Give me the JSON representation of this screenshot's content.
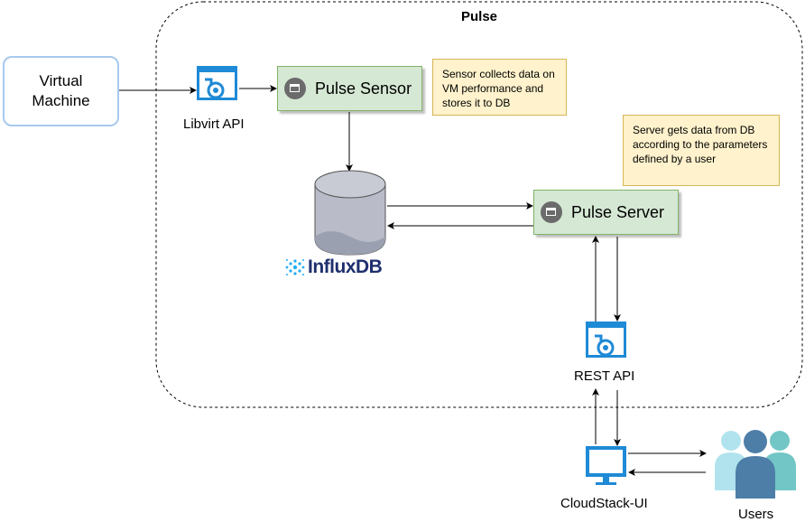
{
  "diagram": {
    "group_title": "Pulse",
    "vm_label": "Virtual Machine",
    "libvirt_label": "Libvirt API",
    "sensor_label": "Pulse Sensor",
    "sensor_note": "Sensor collects data on VM performance and stores it to DB",
    "server_note": "Server gets data from DB according to the parameters defined by a user",
    "server_label": "Pulse Server",
    "db_label": "InfluxDB",
    "rest_label": "REST API",
    "cloudstack_label": "CloudStack-UI",
    "users_label": "Users"
  },
  "colors": {
    "node_fill": "#d5e8d4",
    "node_stroke": "#82b366",
    "note_fill": "#fff2cc",
    "api_icon": "#1f8ad6",
    "db_fill": "#b9bcc8",
    "users_front": "#4d7ea8",
    "users_back_left": "#b1e3ee",
    "users_back_right": "#72c6c5"
  },
  "icons": {
    "api": "api-window-icon",
    "server": "server-window-icon",
    "db": "database-cylinder-icon",
    "monitor": "monitor-icon",
    "users": "users-group-icon"
  }
}
